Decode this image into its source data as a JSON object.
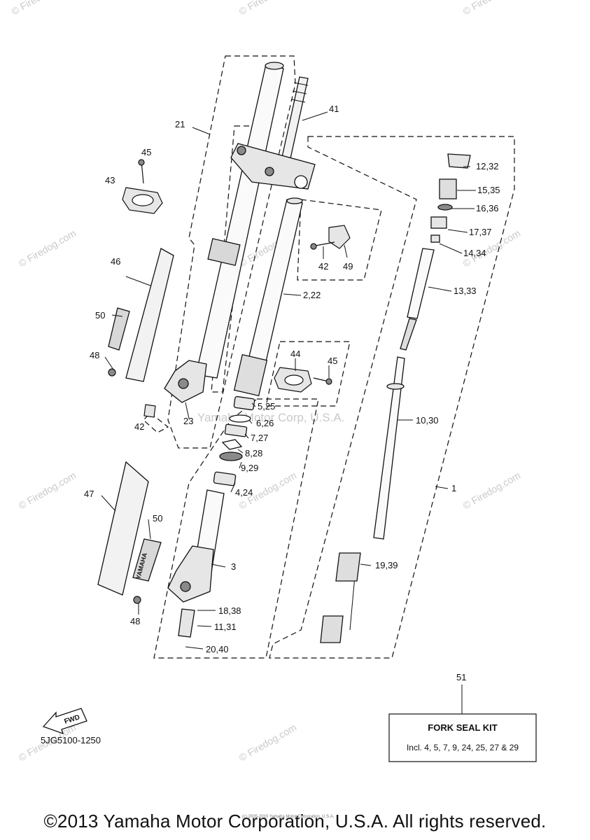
{
  "watermarks": {
    "firedog": "© Firedog.com",
    "yamaha_center": "Yamaha Motor Corp, U.S.A."
  },
  "callouts": {
    "c1": "1",
    "c2_22": "2,22",
    "c3": "3",
    "c4_24": "4,24",
    "c5_25": "5,25",
    "c6_26": "6,26",
    "c7_27": "7,27",
    "c8_28": "8,28",
    "c9_29": "9,29",
    "c10_30": "10,30",
    "c11_31": "11,31",
    "c12_32": "12,32",
    "c13_33": "13,33",
    "c14_34": "14,34",
    "c15_35": "15,35",
    "c16_36": "16,36",
    "c17_37": "17,37",
    "c18_38": "18,38",
    "c19_39": "19,39",
    "c20_40": "20,40",
    "c21": "21",
    "c23": "23",
    "c41": "41",
    "c42a": "42",
    "c42b": "42",
    "c43": "43",
    "c44": "44",
    "c45a": "45",
    "c45b": "45",
    "c46": "46",
    "c47": "47",
    "c48a": "48",
    "c48b": "48",
    "c49": "49",
    "c50a": "50",
    "c50b": "50",
    "c51": "51"
  },
  "kit": {
    "title": "FORK SEAL KIT",
    "contents": "Incl. 4, 5, 7, 9, 24, 25, 27 & 29"
  },
  "fwd_label": "FWD",
  "guard_logo": "YAMAHA",
  "diagram_code": "5JG5100-1250",
  "small_credit": "(c) 2005-2015 Yamaha Motor Corporation, U.S.A.",
  "copyright": "©2013 Yamaha Motor Corporation, U.S.A. All rights reserved.",
  "colors": {
    "line": "#111111",
    "watermark": "#c9c9c9",
    "fill_light": "#e6e6e6",
    "fill_dark": "#8a8a8a"
  }
}
